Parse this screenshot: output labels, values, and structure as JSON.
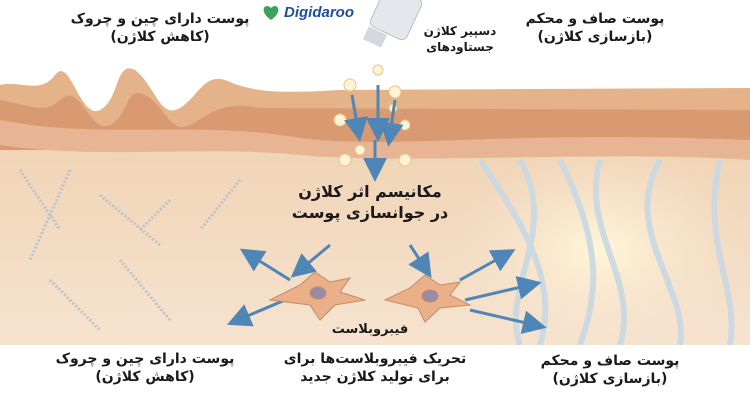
{
  "logo": {
    "name": "Digidaroo"
  },
  "labels": {
    "top_left": {
      "line1": "پوست دارای چین و چروک",
      "line2": "(کاهش کلاژن)"
    },
    "top_right": {
      "line1": "پوست صاف و محکم",
      "line2": "(بازسازی کلاژن)"
    },
    "dispenser": {
      "line1": "دسپیر کلاژن",
      "line2": "جستاودهای"
    },
    "center": {
      "line1": "مکانیسم اثر کلاژن",
      "line2": "در جوانسازی پوست"
    },
    "fibroblast": "فیبروبلاست",
    "bottom_left": {
      "line1": "پوست دارای چین و چروک",
      "line2": "(کاهش کلاژن)"
    },
    "bottom_center": {
      "line1": "تحریک فیبروبلاست‌ها برای",
      "line2": "برای تولید کلاژن جدید"
    },
    "bottom_right": {
      "line1": "پوست صاف و محکم",
      "line2": "(بازسازی کلاژن)"
    }
  },
  "colors": {
    "skin_top": "#e6b68e",
    "dermis": "#f3dcc2",
    "arrow": "#4f86b8",
    "fibroblast": "#e9b08a"
  }
}
